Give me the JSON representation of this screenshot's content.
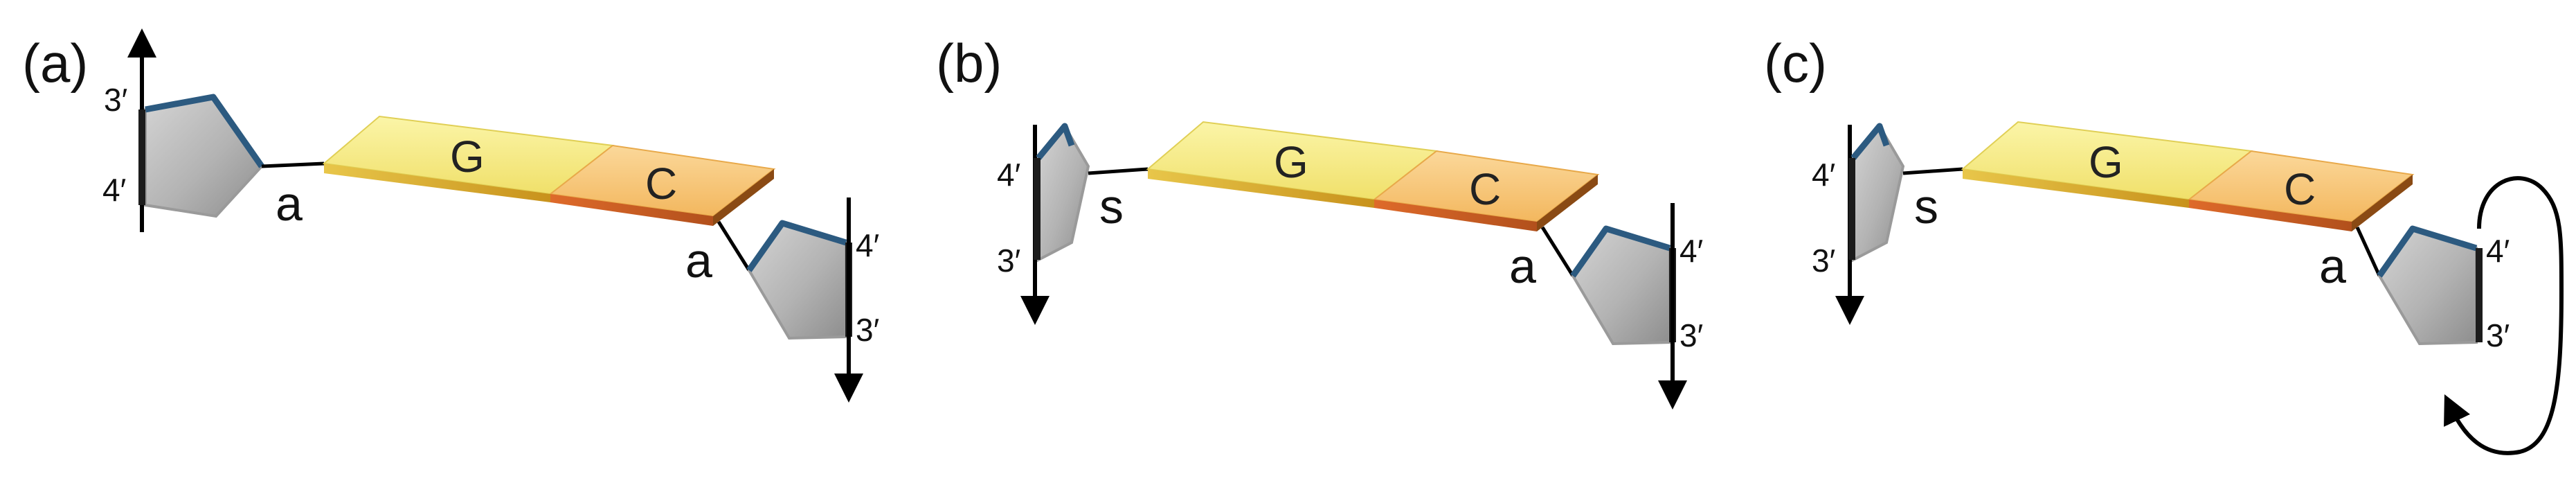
{
  "panels": [
    {
      "label": "(a)",
      "left": {
        "conformation": "a",
        "top_prime": "3′",
        "bottom_prime": "4′"
      },
      "bases": [
        "G",
        "C"
      ],
      "right": {
        "conformation": "a",
        "top_prime": "4′",
        "bottom_prime": "3′"
      }
    },
    {
      "label": "(b)",
      "left": {
        "conformation": "s",
        "top_prime": "4′",
        "bottom_prime": "3′"
      },
      "bases": [
        "G",
        "C"
      ],
      "right": {
        "conformation": "a",
        "top_prime": "4′",
        "bottom_prime": "3′"
      }
    },
    {
      "label": "(c)",
      "left": {
        "conformation": "s",
        "top_prime": "4′",
        "bottom_prime": "3′"
      },
      "bases": [
        "G",
        "C"
      ],
      "right": {
        "conformation": "a",
        "top_prime": "4′",
        "bottom_prime": "3′"
      }
    }
  ],
  "colors": {
    "sugar": "#b9b9b9",
    "sugar_edge": "#2c5a80",
    "guanine": "#f4ea7a",
    "cytosine": "#f6c271",
    "strand_edge_g": "#b98a17",
    "strand_edge_c": "#b5541b",
    "line": "#000000"
  }
}
